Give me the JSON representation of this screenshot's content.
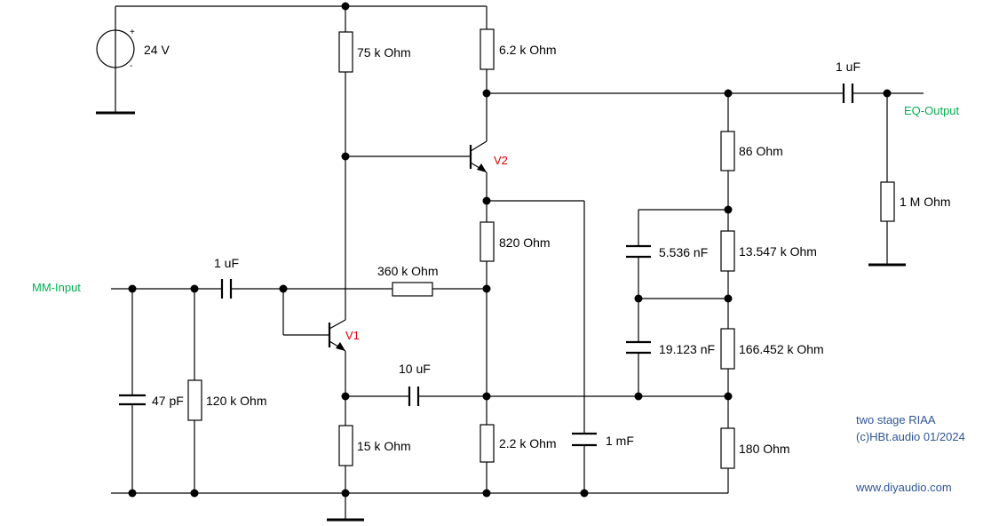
{
  "supply": {
    "label": "24 V",
    "plus": "+",
    "minus": "-"
  },
  "ports": {
    "input": "MM-Input",
    "output": "EQ-Output"
  },
  "transistors": {
    "v1": "V1",
    "v2": "V2"
  },
  "resistors": {
    "r75k": "75 k Ohm",
    "r6k2": "6.2 k Ohm",
    "r86": "86  Ohm",
    "r1m": "1 M Ohm",
    "r820": "820  Ohm",
    "r13k547": "13.547 k Ohm",
    "r360k": "360 k Ohm",
    "r120k": "120 k Ohm",
    "r166k452": "166.452 k Ohm",
    "r15k": "15 k Ohm",
    "r2k2": "2.2 k Ohm",
    "r180": "180  Ohm"
  },
  "capacitors": {
    "c_out": "1 uF",
    "c_in": "1 uF",
    "c_5n536": "5.536 nF",
    "c_19n123": "19.123 nF",
    "c_10u": "10 uF",
    "c_47p": "47 pF",
    "c_1m": "1 mF"
  },
  "notes": {
    "title": "two stage RIAA",
    "copyright": "(c)HBt.audio 01/2024",
    "website": "www.diyaudio.com"
  }
}
